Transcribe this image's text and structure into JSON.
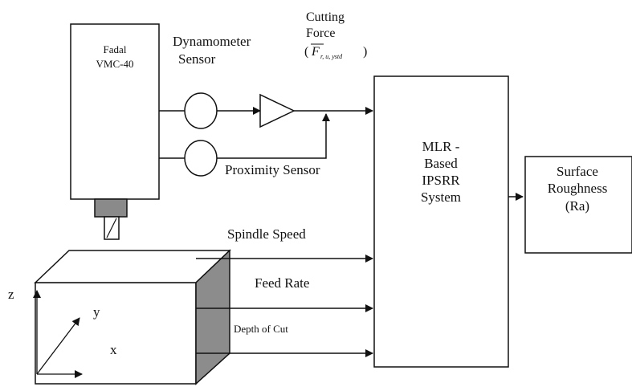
{
  "machine": {
    "line1": "Fadal",
    "line2": "VMC-40"
  },
  "dynamometer": {
    "line1": "Dynamometer",
    "line2": "Sensor"
  },
  "cutting_force": {
    "line1": "Cutting",
    "line2": "Force",
    "symbol": "F",
    "subscript": "r, u, ystd",
    "open_paren": "(",
    "close_paren": ")"
  },
  "proximity_label": "Proximity Sensor",
  "system": {
    "line1": "MLR -",
    "line2": "Based",
    "line3": "IPSRR",
    "line4": "System"
  },
  "output": {
    "line1": "Surface",
    "line2": "Roughness",
    "line3": "(Ra)"
  },
  "inputs": {
    "spindle": "Spindle Speed",
    "feed": "Feed Rate",
    "depth": "Depth of Cut"
  },
  "axes": {
    "z": "z",
    "y": "y",
    "x": "x"
  }
}
